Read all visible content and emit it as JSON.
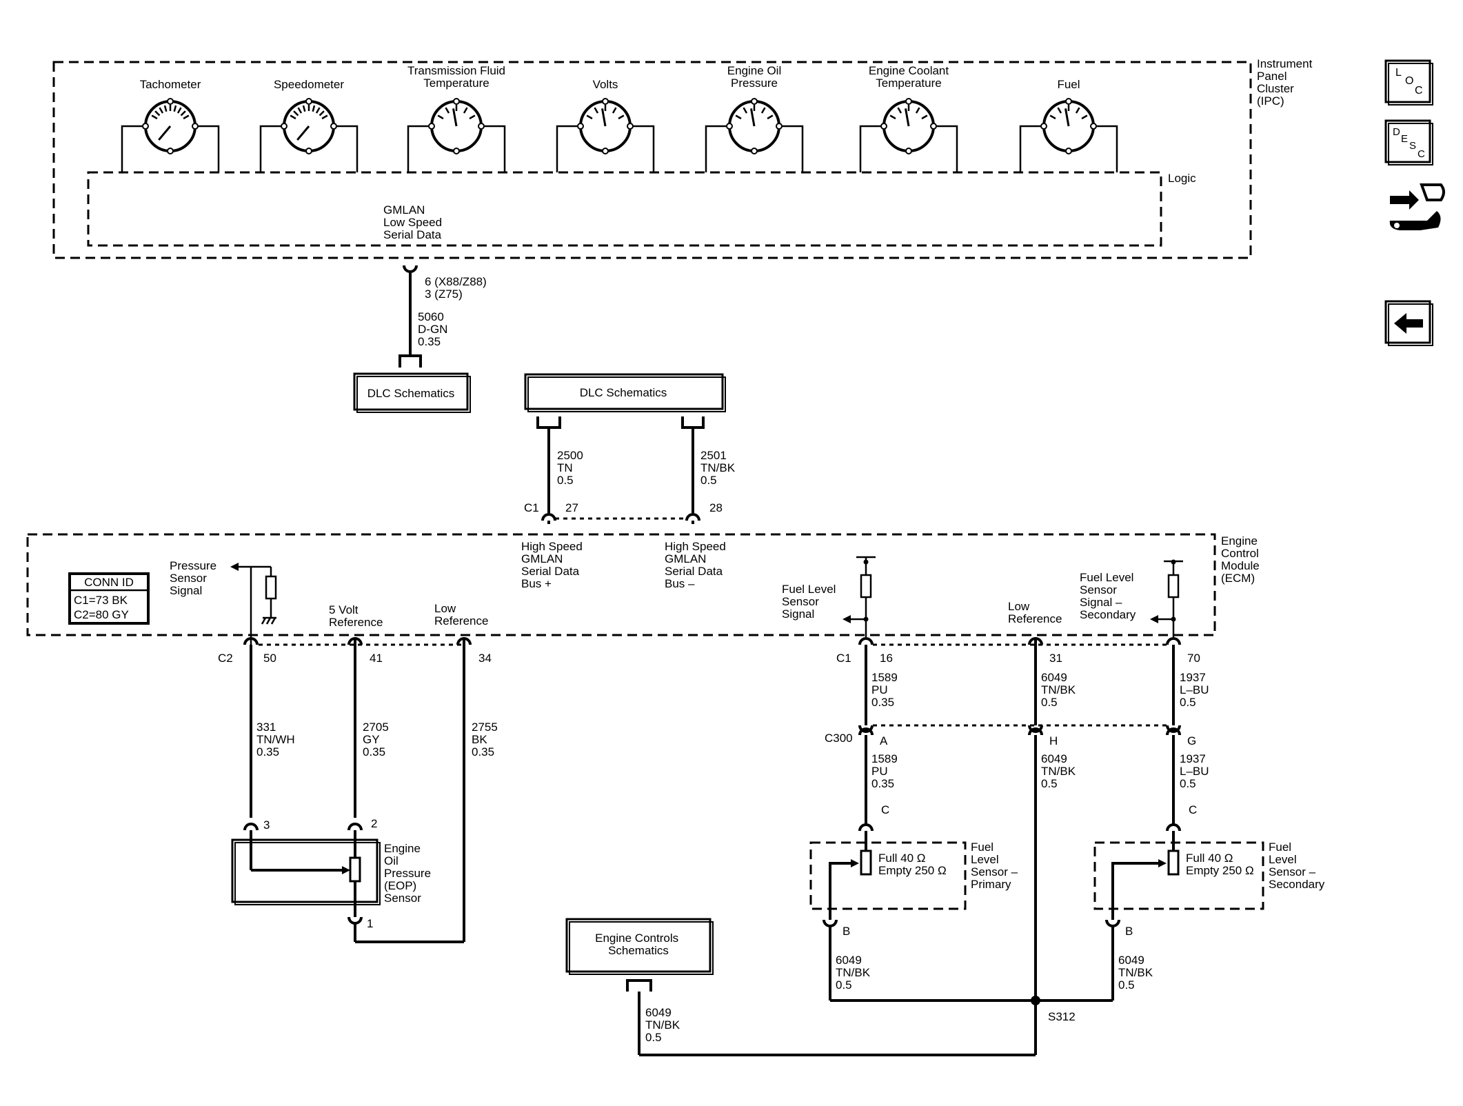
{
  "ipc": {
    "title": [
      "Instrument",
      "Panel",
      "Cluster",
      "(IPC)"
    ],
    "logic_label": "Logic",
    "gauges": [
      {
        "label": [
          "Tachometer"
        ]
      },
      {
        "label": [
          "Speedometer"
        ]
      },
      {
        "label": [
          "Transmission Fluid",
          "Temperature"
        ]
      },
      {
        "label": [
          "Volts"
        ]
      },
      {
        "label": [
          "Engine Oil",
          "Pressure"
        ]
      },
      {
        "label": [
          "Engine Coolant",
          "Temperature"
        ]
      },
      {
        "label": [
          "Fuel"
        ]
      }
    ],
    "gmlan_label": [
      "GMLAN",
      "Low Speed",
      "Serial Data"
    ],
    "pin_info": [
      "6 (X88/Z88)",
      "3 (Z75)"
    ],
    "wire": [
      "5060",
      "D-GN",
      "0.35"
    ]
  },
  "dlc_left": {
    "label": "DLC Schematics"
  },
  "dlc_top": {
    "label": "DLC Schematics"
  },
  "hs_wires": [
    {
      "lines": [
        "2500",
        "TN",
        "0.5"
      ]
    },
    {
      "lines": [
        "2501",
        "TN/BK",
        "0.5"
      ]
    }
  ],
  "ecm_connectors": {
    "c1_label": "C1",
    "c1_pin27": "27",
    "c1_pin28": "28",
    "c2_label": "C2"
  },
  "ecm": {
    "title": [
      "Engine",
      "Control",
      "Module",
      "(ECM)"
    ],
    "hs_plus": [
      "High Speed",
      "GMLAN",
      "Serial Data",
      "Bus +"
    ],
    "hs_minus": [
      "High Speed",
      "GMLAN",
      "Serial Data",
      "Bus –"
    ],
    "pressure_signal": [
      "Pressure",
      "Sensor",
      "Signal"
    ],
    "five_volt": [
      "5 Volt",
      "Reference"
    ],
    "low_ref_left": [
      "Low",
      "Reference"
    ],
    "fuel_signal": [
      "Fuel Level",
      "Sensor",
      "Signal"
    ],
    "low_ref_right": [
      "Low",
      "Reference"
    ],
    "fuel_signal_secondary": [
      "Fuel Level",
      "Sensor",
      "Signal –",
      "Secondary"
    ]
  },
  "conn_id": {
    "title": "CONN ID",
    "rows": [
      "C1=73 BK",
      "C2=80 GY"
    ]
  },
  "c2_pins": [
    "50",
    "41",
    "34"
  ],
  "c2_wires": [
    {
      "lines": [
        "331",
        "TN/WH",
        "0.35"
      ]
    },
    {
      "lines": [
        "2705",
        "GY",
        "0.35"
      ]
    },
    {
      "lines": [
        "2755",
        "BK",
        "0.35"
      ]
    }
  ],
  "eop": {
    "label": [
      "Engine",
      "Oil",
      "Pressure",
      "(EOP)",
      "Sensor"
    ],
    "pins": [
      "3",
      "2",
      "1"
    ]
  },
  "c1_right": {
    "label": "C1",
    "pins": [
      "16",
      "31",
      "70"
    ]
  },
  "c1_wires": [
    {
      "lines": [
        "1589",
        "PU",
        "0.35"
      ]
    },
    {
      "lines": [
        "6049",
        "TN/BK",
        "0.5"
      ]
    },
    {
      "lines": [
        "1937",
        "L–BU",
        "0.5"
      ]
    }
  ],
  "c300": {
    "label": "C300",
    "pins": [
      "A",
      "H",
      "G"
    ]
  },
  "c300_wires": [
    {
      "lines": [
        "1589",
        "PU",
        "0.35"
      ]
    },
    {
      "lines": [
        "6049",
        "TN/BK",
        "0.5"
      ]
    },
    {
      "lines": [
        "1937",
        "L–BU",
        "0.5"
      ]
    }
  ],
  "fuel_primary": {
    "label": [
      "Fuel",
      "Level",
      "Sensor –",
      "Primary"
    ],
    "full": "Full 40 Ω",
    "empty": "Empty 250 Ω",
    "pin_top": "C",
    "pin_bottom": "B",
    "wire": [
      "6049",
      "TN/BK",
      "0.5"
    ]
  },
  "fuel_secondary": {
    "label": [
      "Fuel",
      "Level",
      "Sensor –",
      "Secondary"
    ],
    "full": "Full 40 Ω",
    "empty": "Empty 250 Ω",
    "pin_top": "C",
    "pin_bottom": "B",
    "wire": [
      "6049",
      "TN/BK",
      "0.5"
    ]
  },
  "engine_controls": {
    "label": [
      "Engine Controls",
      "Schematics"
    ],
    "wire": [
      "6049",
      "TN/BK",
      "0.5"
    ]
  },
  "splice": {
    "label": "S312"
  },
  "nav": {
    "loc": {
      "letters": [
        "L",
        "O",
        "C"
      ]
    },
    "desc": {
      "letters": [
        "D",
        "E",
        "S",
        "C"
      ]
    },
    "connector_icon": "connector-tool-icon",
    "back_icon": "back-arrow-icon"
  }
}
